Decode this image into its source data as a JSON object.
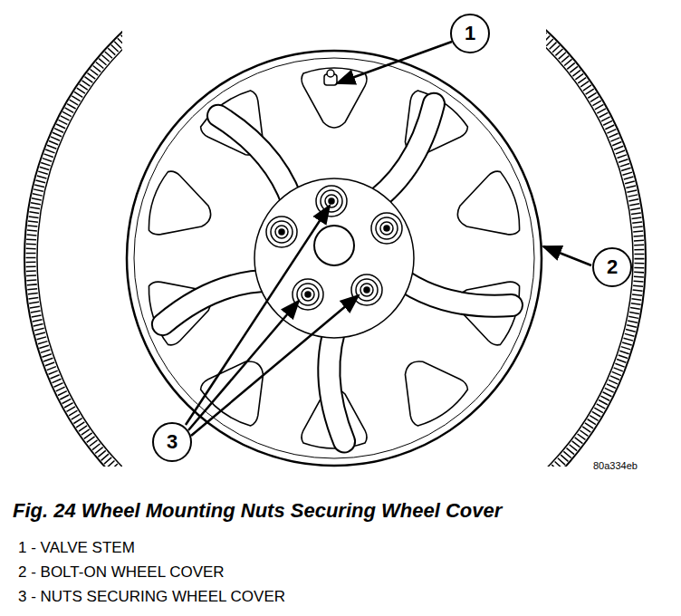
{
  "diagram": {
    "caption": "Fig. 24 Wheel Mounting Nuts Securing Wheel Cover",
    "nodes": [
      {
        "text": [
          "1"
        ]
      },
      {
        "text": [
          "2"
        ]
      },
      {
        "text": [
          "3"
        ]
      }
    ],
    "labels": [
      "80a334eb",
      "1 - VALVE STEM",
      "2 - BOLT-ON WHEEL COVER",
      "3 - NUTS SECURING WHEEL COVER"
    ]
  }
}
